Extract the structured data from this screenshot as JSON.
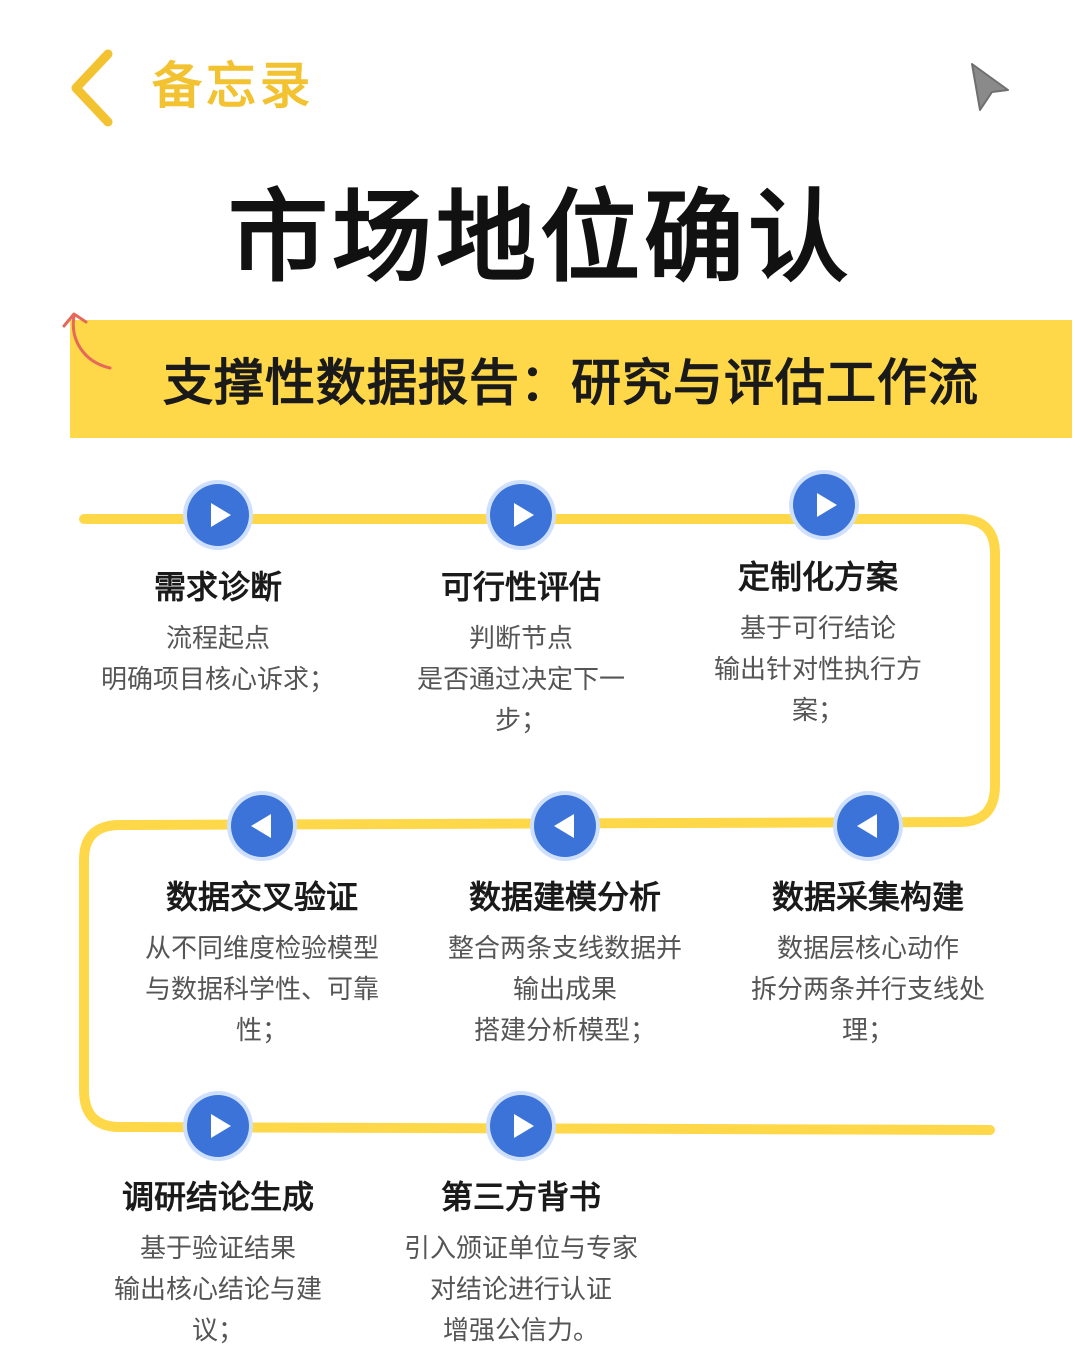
{
  "header": {
    "app_title": "备忘录",
    "back_icon": "chevron-left-icon",
    "cursor_icon": "pointer-arrow-icon"
  },
  "main_title": "市场地位确认",
  "banner": {
    "text": "支撑性数据报告：研究与评估工作流",
    "color": "#FFD84A"
  },
  "colors": {
    "accent": "#F2C230",
    "node": "#3B73D8",
    "path": "#FFD84A"
  },
  "steps": [
    {
      "title": "需求诊断",
      "direction": "right",
      "lines": [
        "流程起点",
        "明确项目核心诉求；"
      ]
    },
    {
      "title": "可行性评估",
      "direction": "right",
      "lines": [
        "判断节点",
        "是否通过决定下一",
        "步；"
      ]
    },
    {
      "title": "定制化方案",
      "direction": "right",
      "lines": [
        "基于可行结论",
        "输出针对性执行方",
        "案；"
      ]
    },
    {
      "title": "数据交叉验证",
      "direction": "left",
      "lines": [
        "从不同维度检验模型",
        "与数据科学性、可靠",
        "性；"
      ]
    },
    {
      "title": "数据建模分析",
      "direction": "left",
      "lines": [
        "整合两条支线数据并",
        "输出成果",
        "搭建分析模型；"
      ]
    },
    {
      "title": "数据采集构建",
      "direction": "left",
      "lines": [
        "数据层核心动作",
        "拆分两条并行支线处",
        "理；"
      ]
    },
    {
      "title": "调研结论生成",
      "direction": "right",
      "lines": [
        "基于验证结果",
        "输出核心结论与建",
        "议；"
      ]
    },
    {
      "title": "第三方背书",
      "direction": "right",
      "lines": [
        "引入颁证单位与专家",
        "对结论进行认证",
        "增强公信力。"
      ]
    }
  ]
}
